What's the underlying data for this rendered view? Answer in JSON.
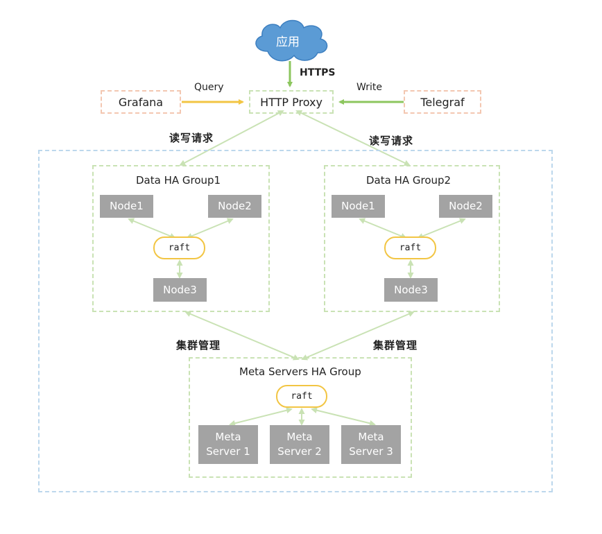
{
  "app": {
    "label": "应用"
  },
  "labels": {
    "https": "HTTPS",
    "query": "Query",
    "write": "Write",
    "rw_left": "读写请求",
    "rw_right": "读写请求",
    "mgmt_left": "集群管理",
    "mgmt_right": "集群管理"
  },
  "clients": {
    "grafana": "Grafana",
    "telegraf": "Telegraf"
  },
  "proxy": {
    "label": "HTTP Proxy"
  },
  "groups": [
    {
      "title": "Data HA Group1",
      "nodes": [
        "Node1",
        "Node2",
        "Node3"
      ],
      "raft": "raft"
    },
    {
      "title": "Data HA Group2",
      "nodes": [
        "Node1",
        "Node2",
        "Node3"
      ],
      "raft": "raft"
    }
  ],
  "meta": {
    "title": "Meta Servers HA Group",
    "raft": "raft",
    "servers": [
      {
        "line1": "Meta",
        "line2": "Server 1"
      },
      {
        "line1": "Meta",
        "line2": "Server 2"
      },
      {
        "line1": "Meta",
        "line2": "Server 3"
      }
    ]
  },
  "colors": {
    "cloud": "#5b9bd5",
    "query_arrow": "#f2c543",
    "write_arrow": "#8cc65e",
    "https_arrow": "#8cc65e",
    "connector": "#c9e2b4",
    "node_fill": "#a3a3a3",
    "client_border": "#f3c7b1",
    "group_border": "#c9e2b4",
    "outer_border": "#bcd7ec"
  }
}
